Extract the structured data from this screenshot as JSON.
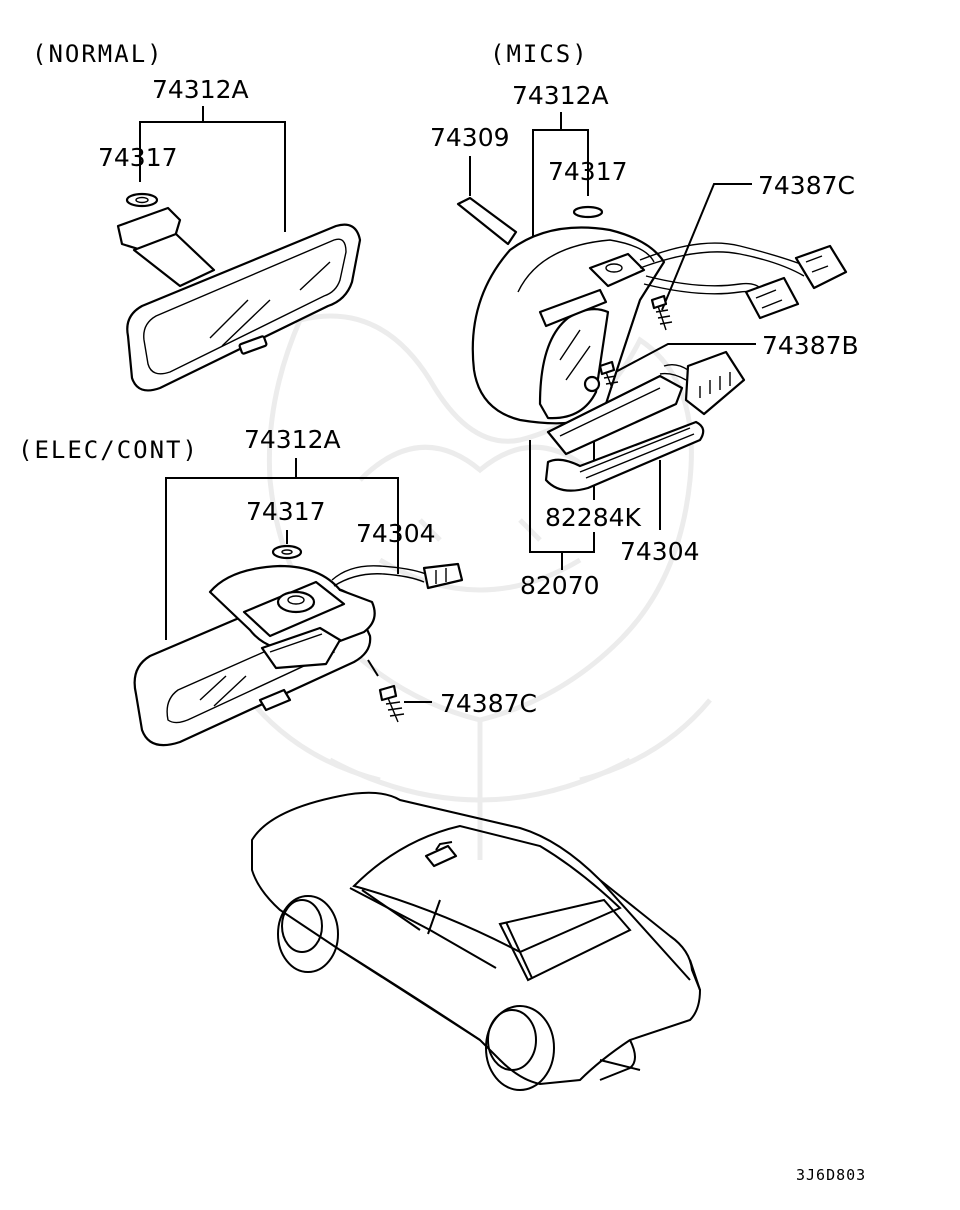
{
  "sections": {
    "normal": "(NORMAL)",
    "mics": "(MICS)",
    "elec_cont": "(ELEC/CONT)"
  },
  "normal": {
    "label_74312a": "74312A",
    "label_74317": "74317"
  },
  "mics": {
    "label_74312a": "74312A",
    "label_74309": "74309",
    "label_74317": "74317",
    "label_74387c": "74387C",
    "label_74387b": "74387B",
    "label_82284k": "82284K",
    "label_74304": "74304",
    "label_82070": "82070"
  },
  "elec_cont": {
    "label_74312a": "74312A",
    "label_74317": "74317",
    "label_74304": "74304",
    "label_74387c": "74387C"
  },
  "diagram_code": "3J6D803"
}
